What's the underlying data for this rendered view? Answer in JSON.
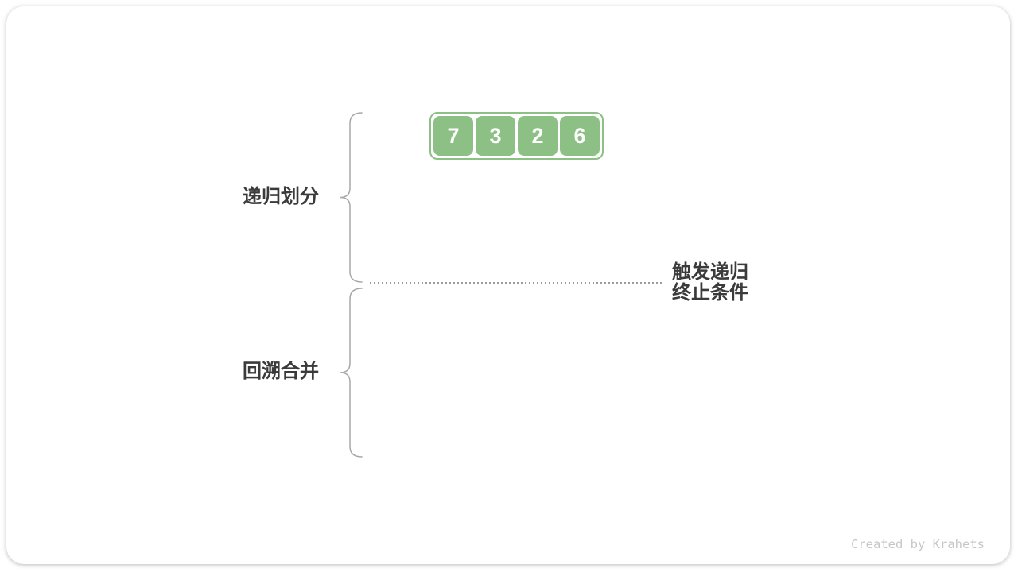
{
  "watermark": "Created by Krahets",
  "array": {
    "values": [
      "7",
      "3",
      "2",
      "6"
    ]
  },
  "labels": {
    "phase1": "递归划分",
    "phase2": "回溯合并",
    "annotation_line1": "触发递归",
    "annotation_line2": "终止条件"
  },
  "colors": {
    "element_green": "#8CC084",
    "label_text": "#3B3B3B",
    "brace": "#A8A8A8",
    "dotted_line": "#9C9C9C",
    "watermark": "#C6C6C6"
  }
}
